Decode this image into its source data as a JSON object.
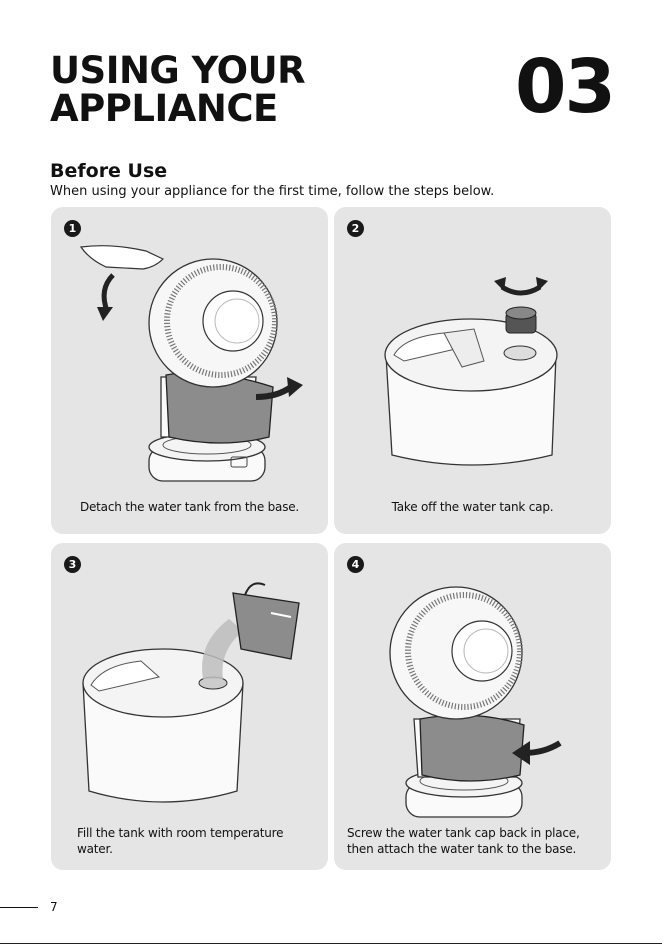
{
  "header": {
    "title_line1": "USING YOUR",
    "title_line2": "APPLIANCE",
    "chapter_number": "03"
  },
  "section": {
    "heading": "Before Use",
    "intro": "When using your appliance for the first time, follow the steps below."
  },
  "steps": [
    {
      "number": "1",
      "caption": "Detach the water tank from the base."
    },
    {
      "number": "2",
      "caption": "Take off the water tank cap."
    },
    {
      "number": "3",
      "caption": "Fill the tank with room temperature water."
    },
    {
      "number": "4",
      "caption": "Screw the water tank cap back in place, then attach the water tank to the base."
    }
  ],
  "footer": {
    "page_number": "7"
  },
  "colors": {
    "panel_background": "#e5e5e5",
    "text": "#111111",
    "tank_fill": "#8c8c8c"
  }
}
